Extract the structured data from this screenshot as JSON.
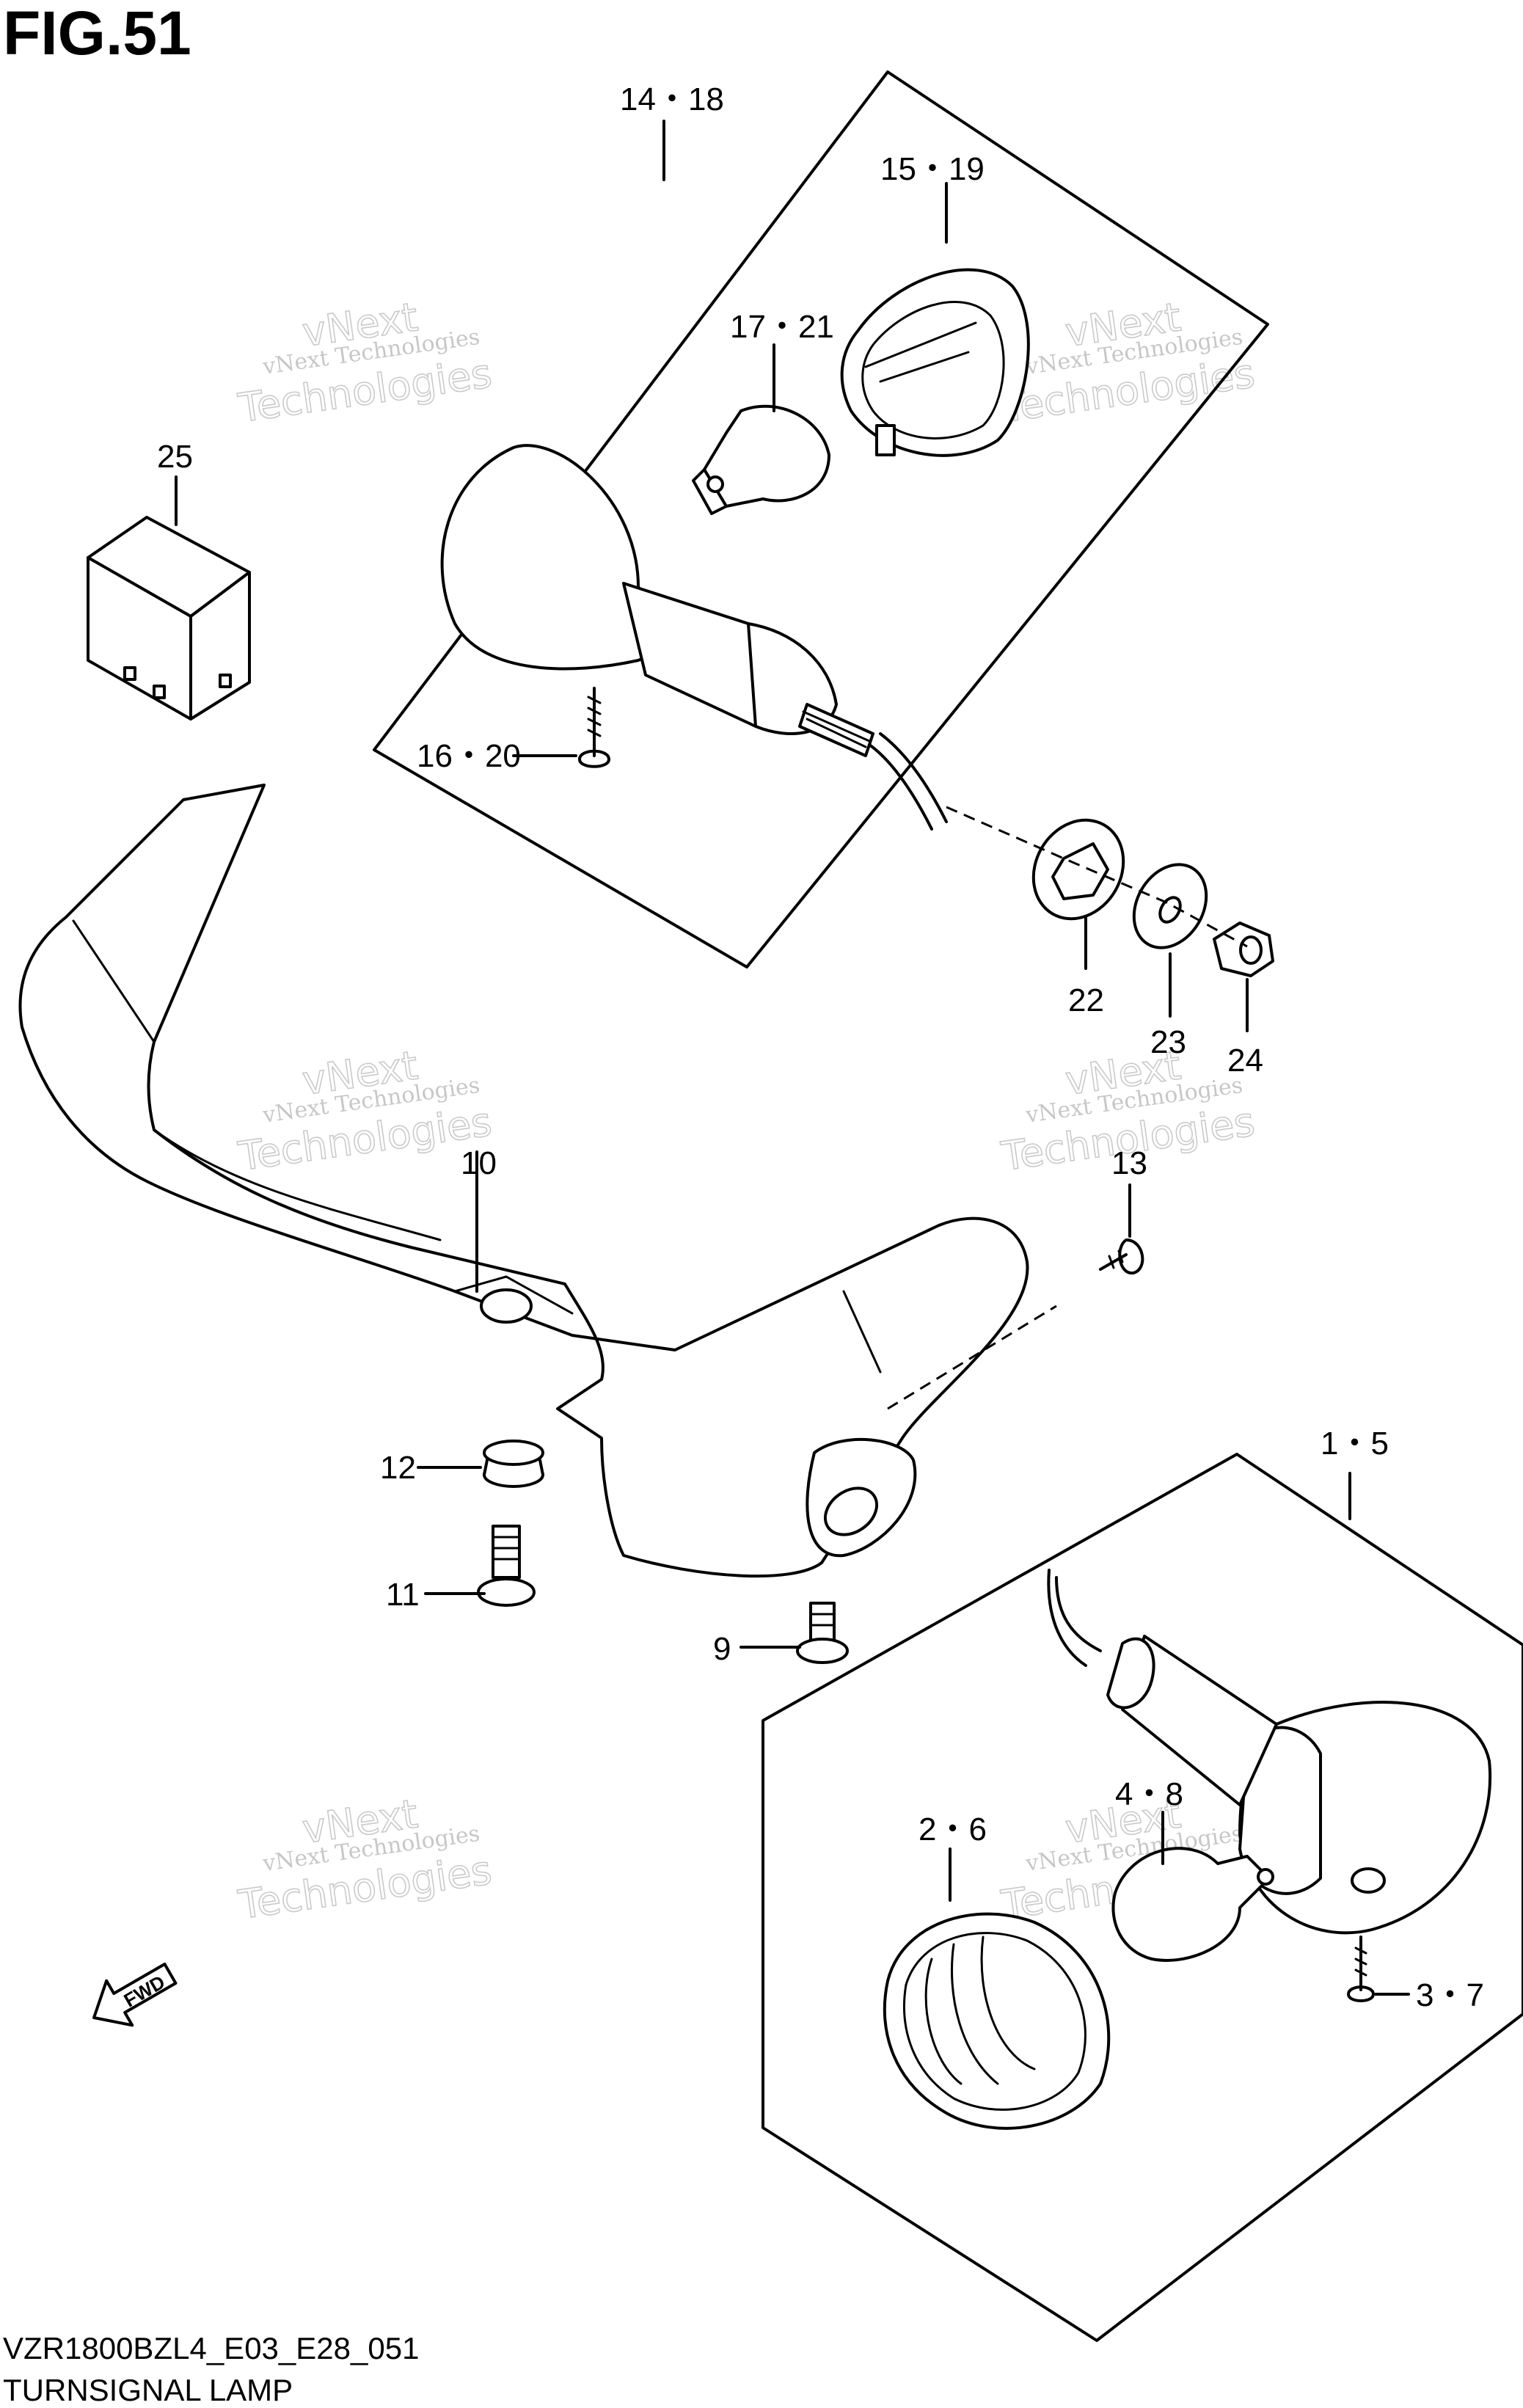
{
  "figure": {
    "title": "FIG.51",
    "code": "VZR1800BZL4_E03_E28_051",
    "name": "TURNSIGNAL LAMP"
  },
  "watermark": {
    "line1": "vNext Technologies",
    "line2": "vNext",
    "line3": "Technologies"
  },
  "callouts": {
    "c_14_18": "14・18",
    "c_15_19": "15・19",
    "c_17_21": "17・21",
    "c_25": "25",
    "c_16_20": "16・20",
    "c_22": "22",
    "c_23": "23",
    "c_24": "24",
    "c_10": "10",
    "c_13": "13",
    "c_12": "12",
    "c_11": "11",
    "c_9": "9",
    "c_1_5": "1・5",
    "c_2_6": "2・6",
    "c_4_8": "4・8",
    "c_3_7": "3・7"
  },
  "fwd_label": "FWD"
}
